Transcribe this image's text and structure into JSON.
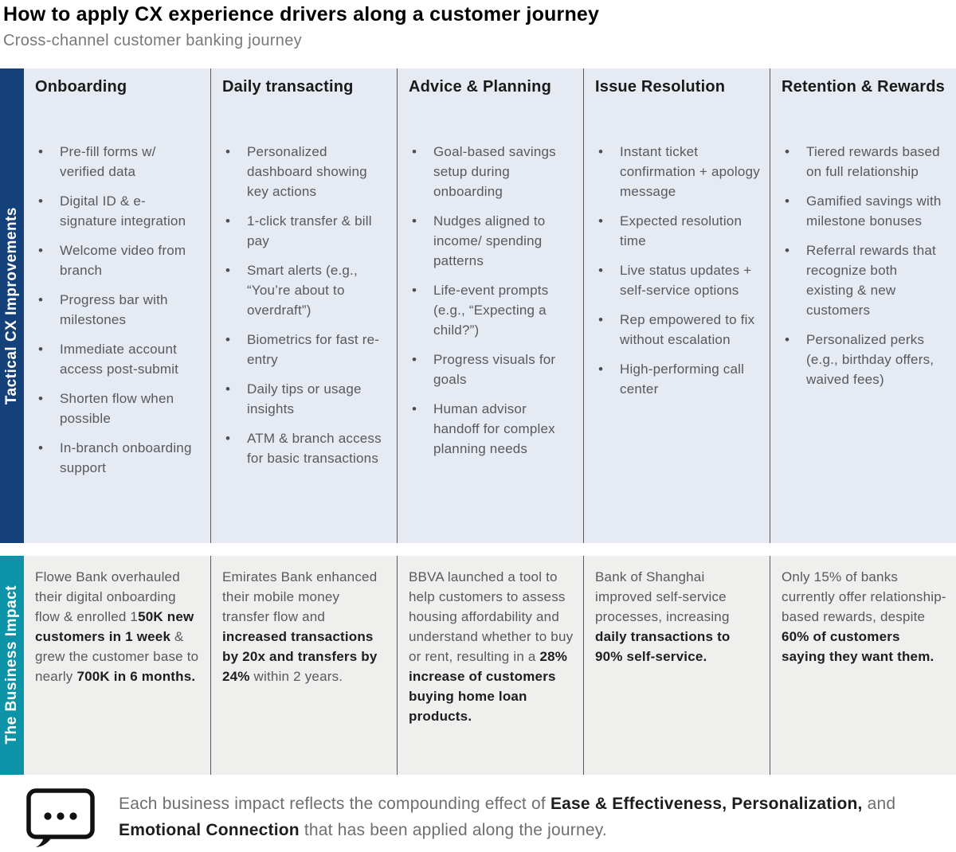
{
  "header": {
    "title": "How to apply CX experience drivers along a customer journey",
    "subtitle": "Cross-channel customer banking journey"
  },
  "rows": {
    "tactical_label": "Tactical CX Improvements",
    "impact_label": "The Business Impact"
  },
  "colors": {
    "navy": "#15417B",
    "teal": "#0C93A7",
    "row1_bg": "#E5EAF3",
    "row2_bg": "#EFEFED",
    "divider": "#58595B",
    "text_gray": "#58595B",
    "text_dark": "#1A1A1A"
  },
  "columns": [
    {
      "title": "Onboarding",
      "bullets": [
        "Pre-fill forms w/ verified data",
        "Digital ID & e-signature integration",
        "Welcome video from branch",
        "Progress bar with milestones",
        "Immediate account access post-submit",
        "Shorten flow when possible",
        "In-branch onboarding support"
      ],
      "impact": [
        {
          "text": "Flowe Bank overhauled their digital onboarding flow & enrolled 1",
          "bold": false
        },
        {
          "text": "50K new customers in 1 week",
          "bold": true
        },
        {
          "text": " & grew the customer base to nearly ",
          "bold": false
        },
        {
          "text": "700K in 6 months.",
          "bold": true
        }
      ]
    },
    {
      "title": "Daily transacting",
      "bullets": [
        "Personalized dashboard showing key actions",
        "1-click transfer & bill pay",
        "Smart alerts (e.g., “You’re about to overdraft”)",
        "Biometrics for fast re-entry",
        "Daily tips or usage insights",
        "ATM & branch access for basic transactions"
      ],
      "impact": [
        {
          "text": "Emirates Bank enhanced their mobile money transfer flow and ",
          "bold": false
        },
        {
          "text": "increased transactions by 20x and transfers by 24%",
          "bold": true
        },
        {
          "text": " within 2 years.",
          "bold": false
        }
      ]
    },
    {
      "title": "Advice & Planning",
      "bullets": [
        "Goal-based savings setup during onboarding",
        "Nudges aligned to income/ spending patterns",
        "Life-event prompts (e.g., “Expecting a child?”)",
        "Progress visuals for goals",
        "Human advisor handoff for complex planning needs"
      ],
      "impact": [
        {
          "text": "BBVA launched a tool to help customers to assess housing affordability and understand whether to buy or rent, resulting in a ",
          "bold": false
        },
        {
          "text": "28% increase of customers buying home loan products.",
          "bold": true
        }
      ]
    },
    {
      "title": "Issue Resolution",
      "bullets": [
        "Instant ticket confirmation + apology message",
        "Expected resolution time",
        "Live status updates + self-service options",
        "Rep empowered to fix without escalation",
        "High-performing call center"
      ],
      "impact": [
        {
          "text": "Bank of Shanghai improved self-service processes, increasing ",
          "bold": false
        },
        {
          "text": "daily transactions to 90% self-service.",
          "bold": true
        }
      ]
    },
    {
      "title": "Retention & Rewards",
      "bullets": [
        "Tiered rewards based on full relationship",
        "Gamified savings with milestone bonuses",
        "Referral rewards that recognize both existing & new customers",
        "Personalized perks (e.g., birthday offers, waived fees)"
      ],
      "impact": [
        {
          "text": "Only 15% of banks currently offer relationship-based rewards, despite ",
          "bold": false
        },
        {
          "text": "60% of customers saying they want them.",
          "bold": true
        }
      ]
    }
  ],
  "footer": {
    "icon": "speech-bubble-ellipsis-icon",
    "segments": [
      {
        "text": "Each business impact reflects the compounding effect of ",
        "bold": false
      },
      {
        "text": "Ease & Effectiveness, Personalization,",
        "bold": true
      },
      {
        "text": " and ",
        "bold": false
      },
      {
        "text": "Emotional Connection",
        "bold": true
      },
      {
        "text": " that has been applied along the journey.",
        "bold": false
      }
    ]
  }
}
